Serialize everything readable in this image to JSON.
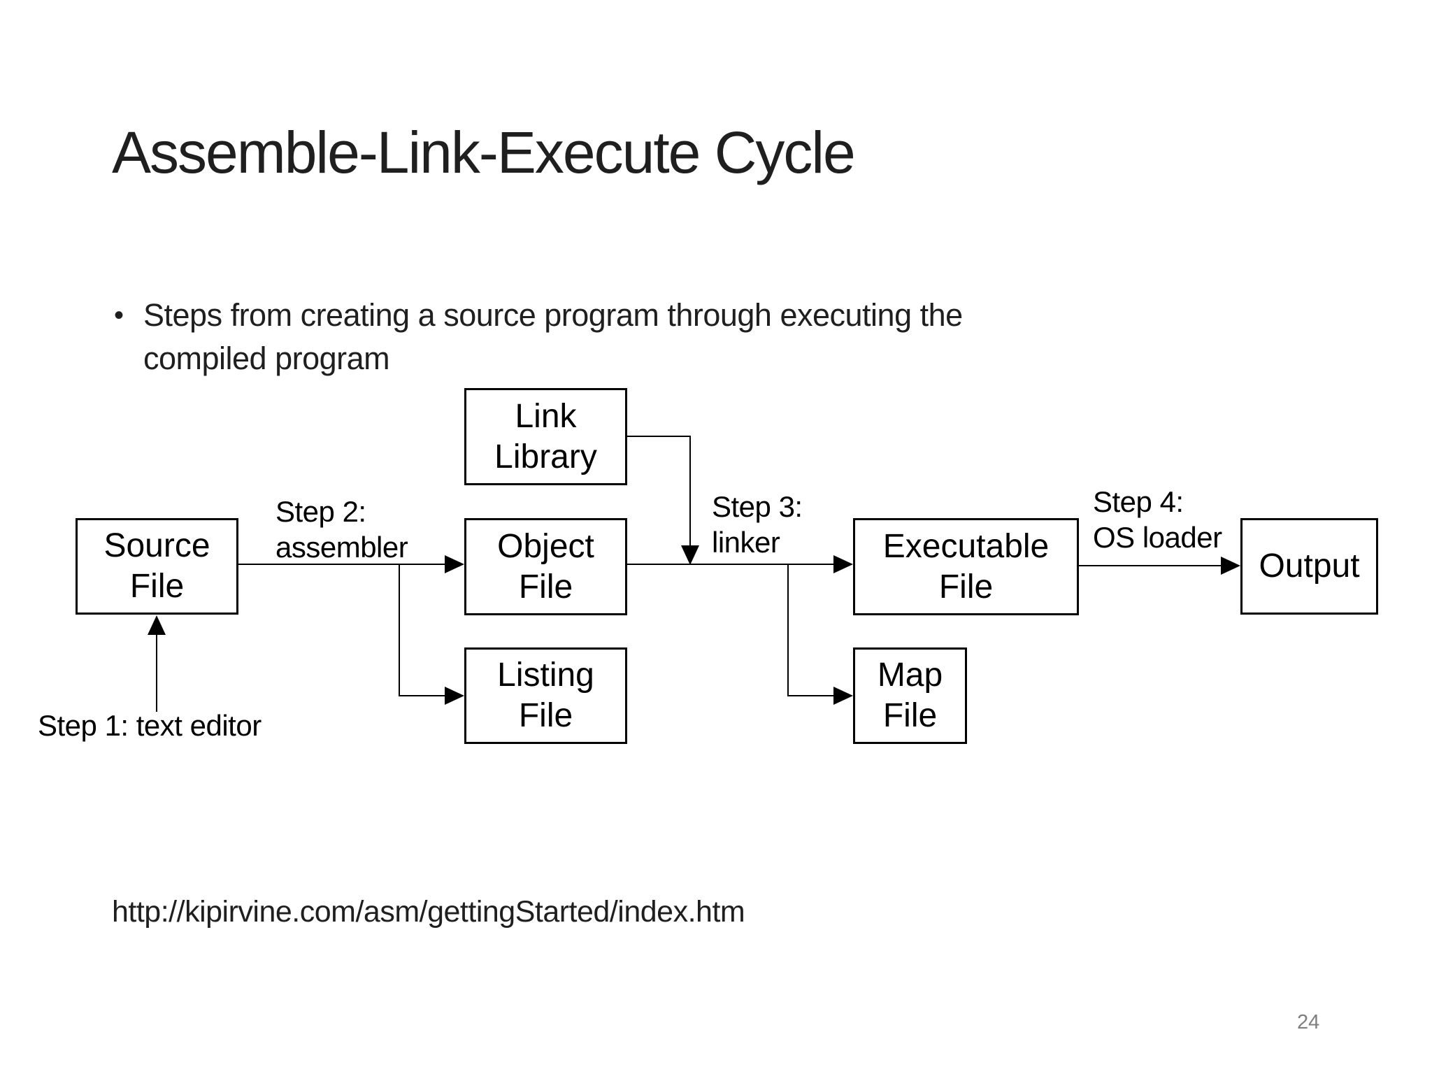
{
  "slide": {
    "title": "Assemble-Link-Execute Cycle",
    "bullet_glyph": "•",
    "bullet_line1": "Steps from creating a source program through executing the",
    "bullet_line2": "compiled program",
    "url": "http://kipirvine.com/asm/gettingStarted/index.htm",
    "page_number": "24"
  },
  "diagram": {
    "boxes": [
      {
        "name": "link-library-box",
        "line1": "Link",
        "line2": "Library"
      },
      {
        "name": "source-file-box",
        "line1": "Source",
        "line2": "File"
      },
      {
        "name": "object-file-box",
        "line1": "Object",
        "line2": "File"
      },
      {
        "name": "listing-file-box",
        "line1": "Listing",
        "line2": "File"
      },
      {
        "name": "executable-file-box",
        "line1": "Executable",
        "line2": "File"
      },
      {
        "name": "map-file-box",
        "line1": "Map",
        "line2": "File"
      },
      {
        "name": "output-box",
        "line1": "Output"
      }
    ],
    "step_labels": {
      "step1": "Step 1: text editor",
      "step2_line1": "Step 2:",
      "step2_line2": "assembler",
      "step3_line1": "Step 3:",
      "step3_line2": "linker",
      "step4_line1": "Step 4:",
      "step4_line2": "OS loader"
    }
  },
  "colors": {
    "background": "#ffffff",
    "text": "#1f1f1f",
    "diagram_ink": "#000000",
    "page_number": "#7f7f7f"
  }
}
